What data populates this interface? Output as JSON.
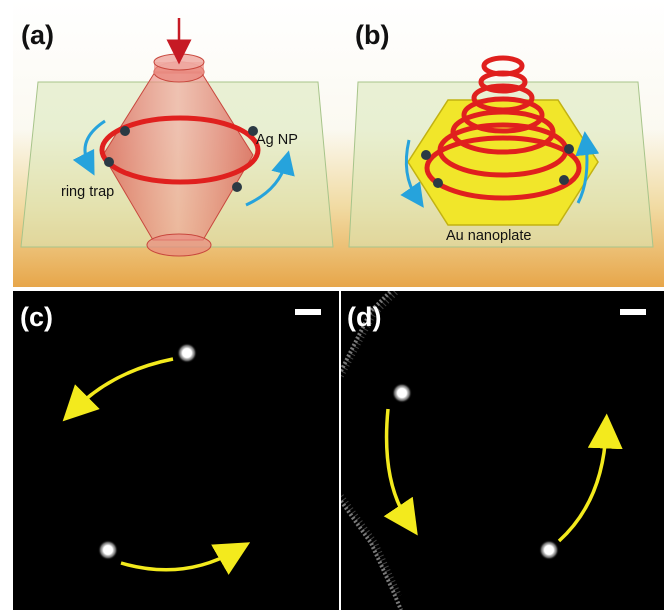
{
  "panels": {
    "a": {
      "label": "(a)",
      "ring_trap": "ring trap",
      "particle": "Ag NP"
    },
    "b": {
      "label": "(b)",
      "substrate": "Au nanoplate"
    },
    "c": {
      "label": "(c)"
    },
    "d": {
      "label": "(d)"
    }
  },
  "colors": {
    "ring": "#e0201e",
    "beam": "#e06a60",
    "arrow_blue": "#26a3dc",
    "arrow_yellow": "#f3ea1d",
    "plate": "#f1e62a",
    "glass": "#d8e8b8",
    "nanoparticle": "#2b3a44",
    "incident_arrow": "#c61a24"
  }
}
